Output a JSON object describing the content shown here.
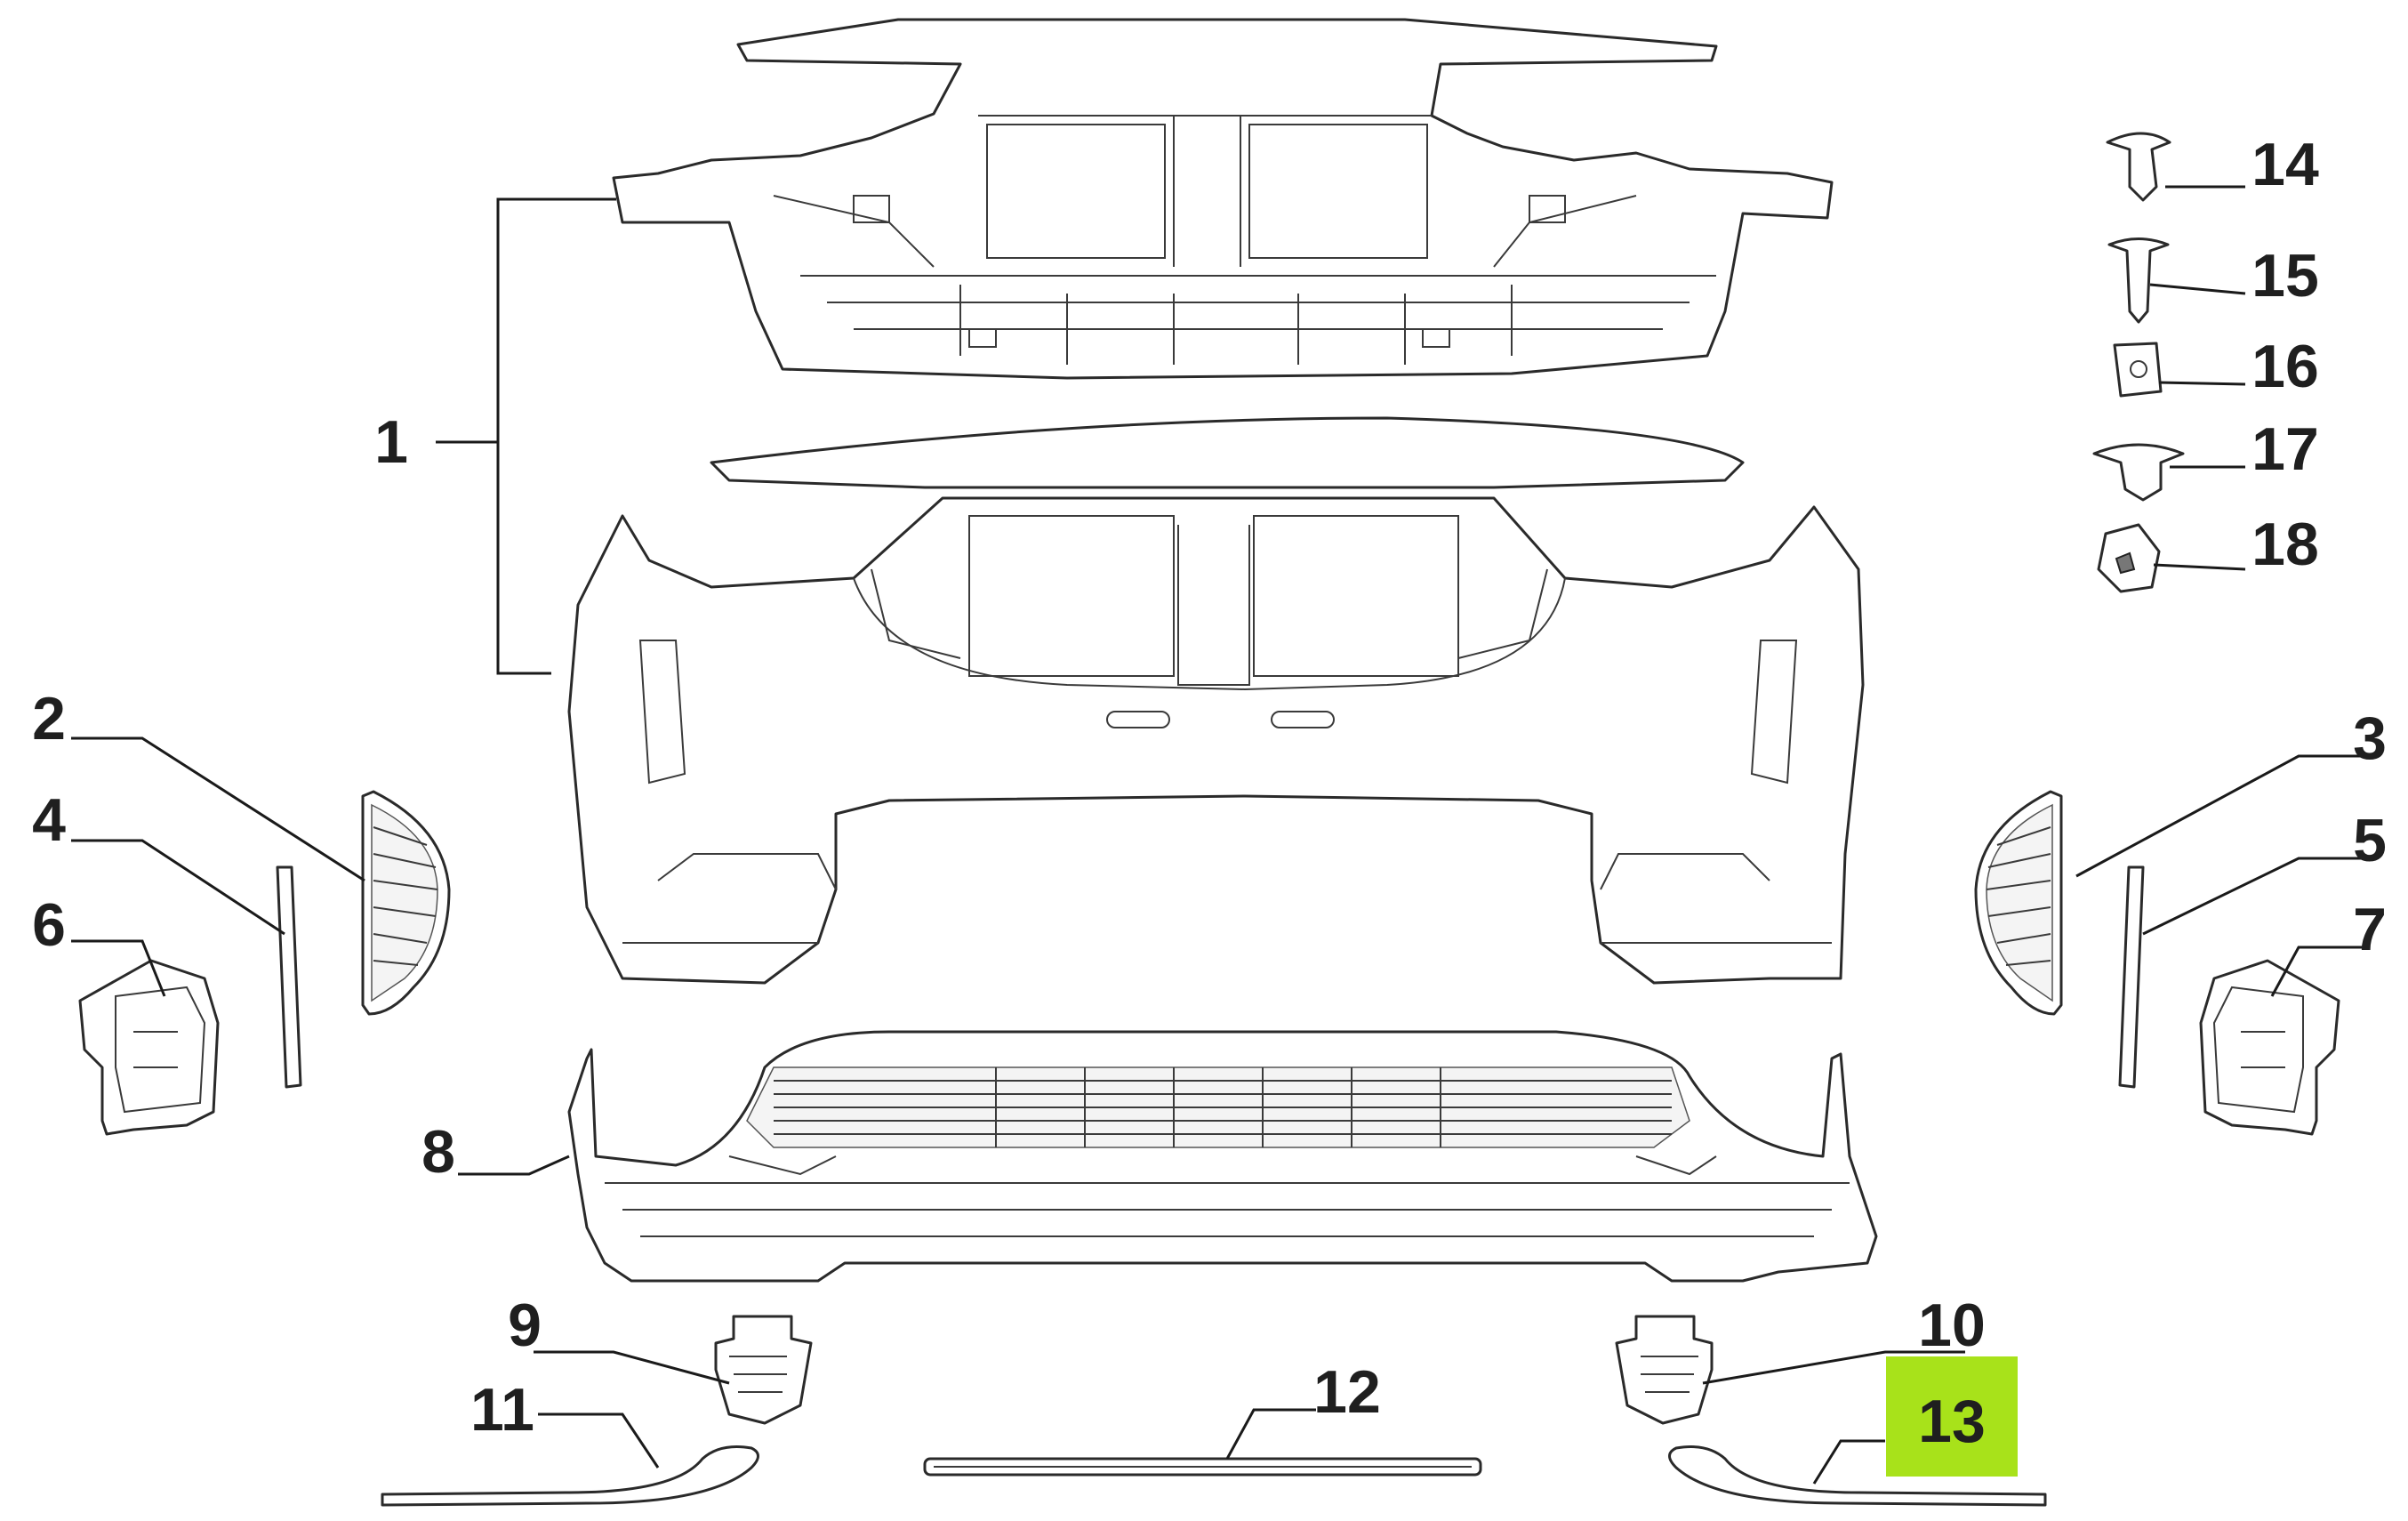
{
  "diagram": {
    "callouts": [
      {
        "id": 1,
        "label": "1"
      },
      {
        "id": 2,
        "label": "2"
      },
      {
        "id": 3,
        "label": "3"
      },
      {
        "id": 4,
        "label": "4"
      },
      {
        "id": 5,
        "label": "5"
      },
      {
        "id": 6,
        "label": "6"
      },
      {
        "id": 7,
        "label": "7"
      },
      {
        "id": 8,
        "label": "8"
      },
      {
        "id": 9,
        "label": "9"
      },
      {
        "id": 10,
        "label": "10"
      },
      {
        "id": 11,
        "label": "11"
      },
      {
        "id": 12,
        "label": "12"
      },
      {
        "id": 13,
        "label": "13",
        "highlighted": true
      },
      {
        "id": 14,
        "label": "14"
      },
      {
        "id": 15,
        "label": "15"
      },
      {
        "id": 16,
        "label": "16"
      },
      {
        "id": 17,
        "label": "17"
      },
      {
        "id": 18,
        "label": "18"
      }
    ],
    "colors": {
      "highlight": "#a8e21a",
      "line": "#2a2a2a",
      "background": "#ffffff"
    }
  }
}
